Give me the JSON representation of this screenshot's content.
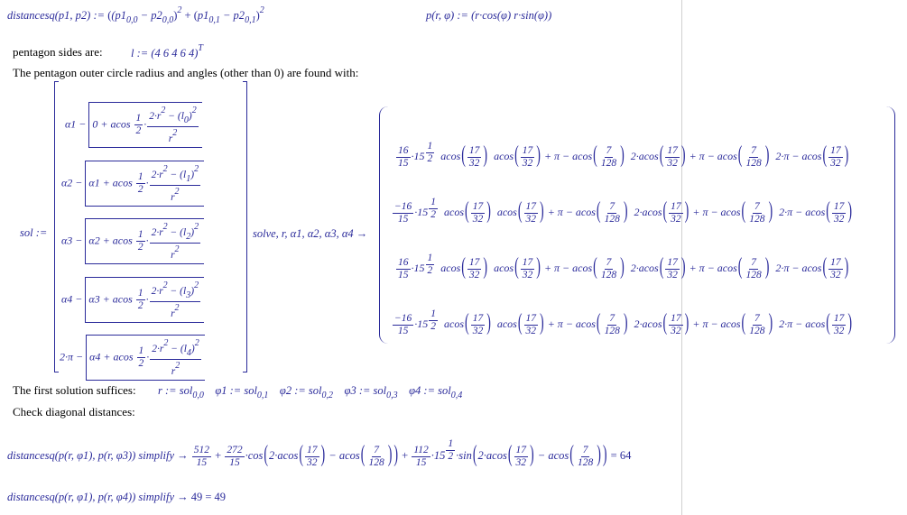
{
  "row1": {
    "def_left": "distancesq(p1, p2) :=",
    "def_right": "(p1",
    "sub00": "0,0",
    "minus": " − p2",
    "sub00b": "0,0",
    "plus": ") + (p1",
    "sub01": "0,1",
    "minus2": " − p2",
    "sub01b": "0,1",
    "close": ")",
    "sq": "2",
    "p_def": "p(r, φ) := (r·cos(φ)   r·sin(φ))"
  },
  "pentagon": {
    "label": "pentagon sides are:",
    "expr": "l := (4  6  4  6  4)",
    "T": "T"
  },
  "intro_text": "The pentagon outer circle radius and angles (other than 0) are found with:",
  "sol": {
    "name": "sol :=",
    "rows": [
      {
        "lhs": "α1 −",
        "inner": "0 + acos",
        "l": "l",
        "idx": "0"
      },
      {
        "lhs": "α2 −",
        "inner": "α1 + acos",
        "l": "l",
        "idx": "1"
      },
      {
        "lhs": "α3 −",
        "inner": "α2 + acos",
        "l": "l",
        "idx": "2"
      },
      {
        "lhs": "α4 −",
        "inner": "α3 + acos",
        "l": "l",
        "idx": "3"
      },
      {
        "lhs": "2·π −",
        "inner": "α4 + acos",
        "l": "l",
        "idx": "4"
      }
    ],
    "half_n": "1",
    "half_d": "2",
    "num": "2·r",
    "num_sq": "2",
    "num_minus": " − (",
    "den": "r",
    "solve_label": "solve, r, α1, α2, α3, α4",
    "arrow": "→"
  },
  "result": {
    "rows": [
      {
        "sign": "16"
      },
      {
        "sign": "−16"
      },
      {
        "sign": "16"
      },
      {
        "sign": "−16"
      }
    ],
    "den15": "15",
    "base": "·15",
    "exp_n": "1",
    "exp_d": "2",
    "acos": "acos",
    "f17": "17",
    "f32": "32",
    "f7": "7",
    "f128": "128",
    "plus_pi_minus": "+ π − acos",
    "two_acos": "2·acos",
    "two_pi_minus": "2·π − acos"
  },
  "first_solution": {
    "label": "The first solution suffices:",
    "assigns": [
      {
        "v": "r := sol",
        "s": "0,0"
      },
      {
        "v": "φ1 := sol",
        "s": "0,1"
      },
      {
        "v": "φ2 := sol",
        "s": "0,2"
      },
      {
        "v": "φ3 := sol",
        "s": "0,3"
      },
      {
        "v": "φ4 := sol",
        "s": "0,4"
      }
    ]
  },
  "check_label": "Check diagonal distances:",
  "check1": {
    "lhs": "distancesq(p(r, φ1), p(r, φ3)) simplify",
    "arrow": "→",
    "t1n": "512",
    "t1d": "15",
    "plus": "+",
    "t2n": "272",
    "t2d": "15",
    "cos": "·cos",
    "two_acos": "2·acos",
    "minus_acos": "− acos",
    "plus2": "+",
    "t3n": "112",
    "t3d": "15",
    "base": "·15",
    "exp_n": "1",
    "exp_d": "2",
    "sin": "·sin",
    "f17": "17",
    "f32": "32",
    "f7": "7",
    "f128": "128",
    "result": "= 64"
  },
  "check2": {
    "lhs": "distancesq(p(r, φ1), p(r, φ4)) simplify",
    "arrow": "→",
    "result": "49 = 49"
  }
}
